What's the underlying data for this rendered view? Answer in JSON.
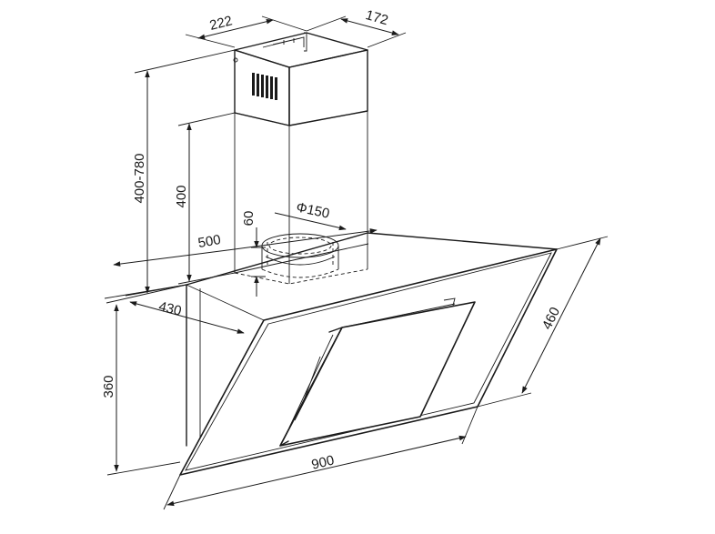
{
  "drawing": {
    "dimensions": {
      "chimney_width": "222",
      "chimney_depth": "172",
      "chimney_height_range": "400-780",
      "chimney_lower_height": "400",
      "collar_height": "60",
      "outlet_diameter": "Φ150",
      "body_depth": "500",
      "wall_depth": "430",
      "body_height": "360",
      "glass_depth": "460",
      "width": "900"
    }
  }
}
